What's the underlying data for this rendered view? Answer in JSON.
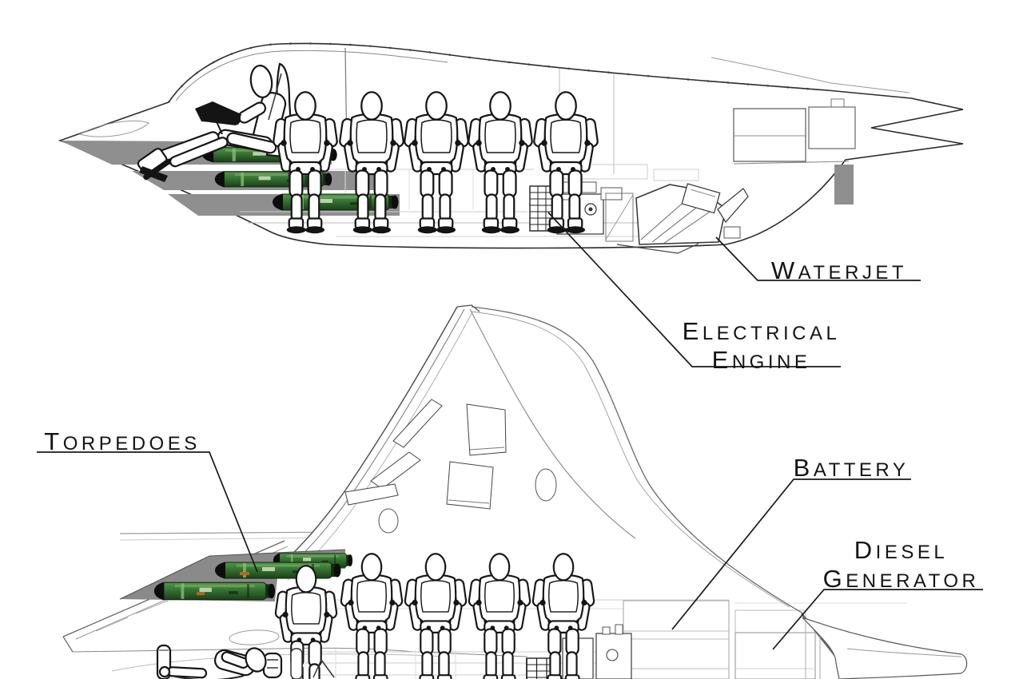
{
  "page": {
    "background": "#ffffff",
    "description": "Cutaway technical illustration of a diver delivery submersible, two views with component callouts"
  },
  "colors": {
    "line": "#141414",
    "hull_shading_gray": "#8f8f8f",
    "wing_shading_gray": "#8a8a8a",
    "torpedo_green_light": "#57944b",
    "torpedo_green_mid": "#3a7a36",
    "torpedo_green_dark": "#1b3f19",
    "torpedo_nose_black": "#0d0d0d",
    "orange_marking": "#b06a1f"
  },
  "labels": {
    "waterjet": {
      "text": "WATERJET"
    },
    "electrical_engine": {
      "line1": "ELECTRICAL",
      "line2": "ENGINE"
    },
    "torpedoes": {
      "text": "TORPEDOES"
    },
    "battery": {
      "text": "BATTERY"
    },
    "diesel_generator": {
      "line1": "DIESEL",
      "line2": "GENERATOR"
    }
  },
  "figures": {
    "top_view": {
      "pilot_count": 1,
      "diver_count": 5,
      "torpedo_count": 3
    },
    "bottom_view": {
      "pilot_count": 1,
      "diver_count": 5,
      "torpedo_count": 3
    }
  }
}
